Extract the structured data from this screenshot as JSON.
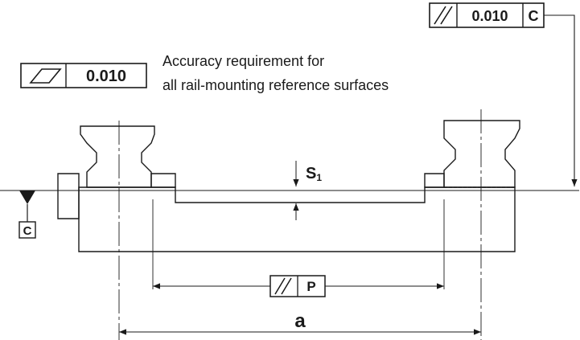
{
  "flatness_frame": {
    "symbol": "flatness-icon",
    "value": "0.010"
  },
  "note": {
    "line1": "Accuracy requirement for",
    "line2": "all rail-mounting reference surfaces"
  },
  "parallelism_frame_c": {
    "symbol": "parallelism-icon",
    "value": "0.010",
    "datum": "C"
  },
  "datum_c": {
    "label": "C"
  },
  "step_dimension": {
    "label": "S",
    "subscript": "1"
  },
  "parallelism_frame_p": {
    "symbol": "parallelism-icon",
    "label": "P"
  },
  "rail_spacing": {
    "label": "a"
  }
}
